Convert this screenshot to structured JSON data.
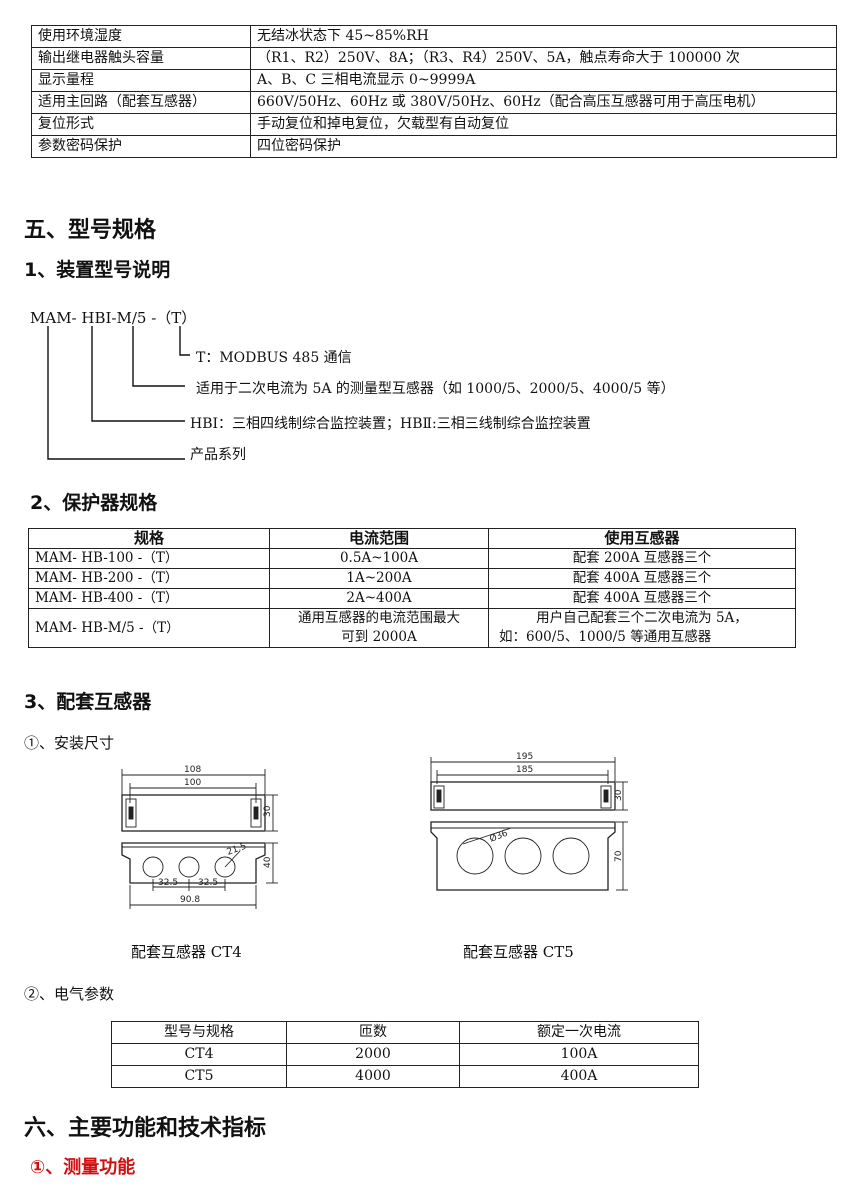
{
  "spec_table": [
    {
      "k": "使用环境湿度",
      "v": "无结冰状态下 45~85%RH"
    },
    {
      "k": "输出继电器触头容量",
      "v": "（R1、R2）250V、8A；（R3、R4）250V、5A，触点寿命大于 100000 次"
    },
    {
      "k": "显示量程",
      "v": "A、B、C 三相电流显示 0~9999A"
    },
    {
      "k": "适用主回路（配套互感器）",
      "v": "660V/50Hz、60Hz 或 380V/50Hz、60Hz（配合高压互感器可用于高压电机）"
    },
    {
      "k": "复位形式",
      "v": "手动复位和掉电复位，欠载型有自动复位"
    },
    {
      "k": "参数密码保护",
      "v": "四位密码保护"
    }
  ],
  "section5": {
    "title": "五、型号规格",
    "sub1": "1、装置型号说明",
    "model_code": "MAM- HBⅠ-M/5 -（T）",
    "legend": [
      "T：MODBUS 485 通信",
      "适用于二次电流为 5A 的测量型互感器（如 1000/5、2000/5、4000/5 等）",
      "HBⅠ：三相四线制综合监控装置；HBⅡ:三相三线制综合监控装置",
      "产品系列"
    ],
    "sub2": "2、保护器规格",
    "spec2_headers": [
      "规格",
      "电流范围",
      "使用互感器"
    ],
    "spec2_rows": [
      {
        "a": "MAM- HB-100 -（T）",
        "b": "0.5A~100A",
        "c": "配套 200A 互感器三个"
      },
      {
        "a": "MAM- HB-200 -（T）",
        "b": "1A~200A",
        "c": "配套 400A 互感器三个"
      },
      {
        "a": "MAM- HB-400 -（T）",
        "b": "2A~400A",
        "c": "配套 400A 互感器三个"
      }
    ],
    "spec2_last": {
      "a": "MAM- HB-M/5 -（T）",
      "b1": "通用互感器的电流范围最大",
      "b2": "可到 2000A",
      "c1": "用户自己配套三个二次电流为 5A，",
      "c2": "如：600/5、1000/5 等通用互感器"
    },
    "sub3": "3、配套互感器",
    "item1": "①、安装尺寸",
    "ct4": {
      "caption": "配套互感器 CT4",
      "dims": [
        "108",
        "100",
        "30",
        "40",
        "21.5",
        "32.5",
        "32.5",
        "90.8"
      ]
    },
    "ct5": {
      "caption": "配套互感器 CT5",
      "dims": [
        "195",
        "185",
        "30",
        "70",
        "Ø36"
      ]
    },
    "item2": "②、电气参数",
    "elec_headers": [
      "型号与规格",
      "匝数",
      "额定一次电流"
    ],
    "elec_rows": [
      {
        "m": "CT4",
        "n": "2000",
        "i": "100A"
      },
      {
        "m": "CT5",
        "n": "4000",
        "i": "400A"
      }
    ]
  },
  "section6": {
    "title": "六、主要功能和技术指标",
    "sub1": "①、测量功能"
  }
}
